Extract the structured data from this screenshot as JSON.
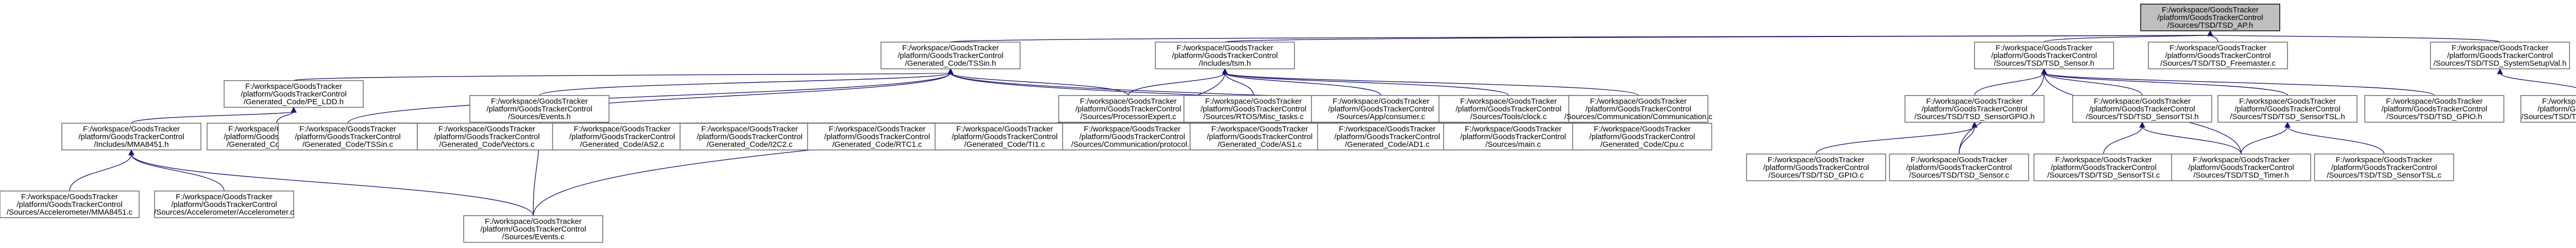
{
  "graph": {
    "type": "include-dependency-graph",
    "colors": {
      "edge": "#191970",
      "root_fill": "#bfbfbf",
      "node_border": "#666666",
      "node_fill": "#ffffff"
    },
    "nodes": [
      {
        "id": "n0",
        "lines": [
          "F:/workspace/GoodsTracker",
          "/platform/GoodsTrackerControl",
          "/Sources/TSD/TSD_AP.h"
        ],
        "root": true
      },
      {
        "id": "n1",
        "lines": [
          "F:/workspace/GoodsTracker",
          "/platform/GoodsTrackerControl",
          "/Generated_Code/TSSin.h"
        ]
      },
      {
        "id": "n2",
        "lines": [
          "F:/workspace/GoodsTracker",
          "/platform/GoodsTrackerControl",
          "/Includes/tsm.h"
        ]
      },
      {
        "id": "n3",
        "lines": [
          "F:/workspace/GoodsTracker",
          "/platform/GoodsTrackerControl",
          "/Sources/TSD/TSD_Sensor.h"
        ]
      },
      {
        "id": "n4",
        "lines": [
          "F:/workspace/GoodsTracker",
          "/platform/GoodsTrackerControl",
          "/Sources/TSD/TSD_Freemaster.c"
        ]
      },
      {
        "id": "n5",
        "lines": [
          "F:/workspace/GoodsTracker",
          "/platform/GoodsTrackerControl",
          "/Sources/TSD/TSD_SystemSetupVal.h"
        ]
      },
      {
        "id": "n6",
        "lines": [
          "F:/workspace/GoodsTracker",
          "/platform/GoodsTrackerControl",
          "/Generated_Code/PE_LDD.h"
        ]
      },
      {
        "id": "n7",
        "lines": [
          "F:/workspace/GoodsTracker",
          "/platform/GoodsTrackerControl",
          "/Sources/Events.h"
        ]
      },
      {
        "id": "n8",
        "lines": [
          "F:/workspace/GoodsTracker",
          "/platform/GoodsTrackerControl",
          "/Sources/ProcessorExpert.c"
        ]
      },
      {
        "id": "n9",
        "lines": [
          "F:/workspace/GoodsTracker",
          "/platform/GoodsTrackerControl",
          "/Sources/RTOS/Misc_tasks.c"
        ]
      },
      {
        "id": "n10",
        "lines": [
          "F:/workspace/GoodsTracker",
          "/platform/GoodsTrackerControl",
          "/Sources/App/consumer.c"
        ]
      },
      {
        "id": "n11",
        "lines": [
          "F:/workspace/GoodsTracker",
          "/platform/GoodsTrackerControl",
          "/Sources/Tools/clock.c"
        ]
      },
      {
        "id": "n12",
        "lines": [
          "F:/workspace/GoodsTracker",
          "/platform/GoodsTrackerControl",
          "/Sources/Communication/Communication.c"
        ]
      },
      {
        "id": "n13",
        "lines": [
          "F:/workspace/GoodsTracker",
          "/platform/GoodsTrackerControl",
          "/Sources/TSD/TSD_SensorGPIO.h"
        ]
      },
      {
        "id": "n14",
        "lines": [
          "F:/workspace/GoodsTracker",
          "/platform/GoodsTrackerControl",
          "/Sources/TSD/TSD_SensorTSI.h"
        ]
      },
      {
        "id": "n15",
        "lines": [
          "F:/workspace/GoodsTracker",
          "/platform/GoodsTrackerControl",
          "/Sources/TSD/TSD_SensorTSL.h"
        ]
      },
      {
        "id": "n16",
        "lines": [
          "F:/workspace/GoodsTracker",
          "/platform/GoodsTrackerControl",
          "/Sources/TSD/TSD_GPIO.h"
        ]
      },
      {
        "id": "n17",
        "lines": [
          "F:/workspace/GoodsTracker",
          "/platform/GoodsTrackerControl",
          "/Sources/TSD/TSD_SystemSetupData.c"
        ]
      },
      {
        "id": "n18",
        "lines": [
          "F:/workspace/GoodsTracker",
          "/platform/GoodsTrackerControl",
          "/Includes/MMA8451.h"
        ]
      },
      {
        "id": "n19",
        "lines": [
          "F:/workspace/GoodsTracker",
          "/platform/GoodsTrackerControl",
          "/Generated_Code/PE_LDD.c"
        ]
      },
      {
        "id": "n20",
        "lines": [
          "F:/workspace/GoodsTracker",
          "/platform/GoodsTrackerControl",
          "/Generated_Code/TSSin.c"
        ]
      },
      {
        "id": "n21",
        "lines": [
          "F:/workspace/GoodsTracker",
          "/platform/GoodsTrackerControl",
          "/Generated_Code/Vectors.c"
        ]
      },
      {
        "id": "n22",
        "lines": [
          "F:/workspace/GoodsTracker",
          "/platform/GoodsTrackerControl",
          "/Generated_Code/AS2.c"
        ]
      },
      {
        "id": "n23",
        "lines": [
          "F:/workspace/GoodsTracker",
          "/platform/GoodsTrackerControl",
          "/Generated_Code/I2C2.c"
        ]
      },
      {
        "id": "n24",
        "lines": [
          "F:/workspace/GoodsTracker",
          "/platform/GoodsTrackerControl",
          "/Generated_Code/RTC1.c"
        ]
      },
      {
        "id": "n25",
        "lines": [
          "F:/workspace/GoodsTracker",
          "/platform/GoodsTrackerControl",
          "/Generated_Code/TI1.c"
        ]
      },
      {
        "id": "n26",
        "lines": [
          "F:/workspace/GoodsTracker",
          "/platform/GoodsTrackerControl",
          "/Sources/Communication/protocol.c"
        ]
      },
      {
        "id": "n27",
        "lines": [
          "F:/workspace/GoodsTracker",
          "/platform/GoodsTrackerControl",
          "/Generated_Code/AS1.c"
        ]
      },
      {
        "id": "n28",
        "lines": [
          "F:/workspace/GoodsTracker",
          "/platform/GoodsTrackerControl",
          "/Generated_Code/AD1.c"
        ]
      },
      {
        "id": "n29",
        "lines": [
          "F:/workspace/GoodsTracker",
          "/platform/GoodsTrackerControl",
          "/Sources/main.c"
        ]
      },
      {
        "id": "n30",
        "lines": [
          "F:/workspace/GoodsTracker",
          "/platform/GoodsTrackerControl",
          "/Generated_Code/Cpu.c"
        ]
      },
      {
        "id": "n31",
        "lines": [
          "F:/workspace/GoodsTracker",
          "/platform/GoodsTrackerControl",
          "/Sources/TSD/TSD_GPIO.c"
        ]
      },
      {
        "id": "n32",
        "lines": [
          "F:/workspace/GoodsTracker",
          "/platform/GoodsTrackerControl",
          "/Sources/TSD/TSD_Sensor.c"
        ]
      },
      {
        "id": "n33",
        "lines": [
          "F:/workspace/GoodsTracker",
          "/platform/GoodsTrackerControl",
          "/Sources/TSD/TSD_SensorTSI.c"
        ]
      },
      {
        "id": "n34",
        "lines": [
          "F:/workspace/GoodsTracker",
          "/platform/GoodsTrackerControl",
          "/Sources/TSD/TSD_Timer.h"
        ]
      },
      {
        "id": "n35",
        "lines": [
          "F:/workspace/GoodsTracker",
          "/platform/GoodsTrackerControl",
          "/Sources/TSD/TSD_SensorTSL.c"
        ]
      },
      {
        "id": "n36",
        "lines": [
          "F:/workspace/GoodsTracker",
          "/platform/GoodsTrackerControl",
          "/Sources/Accelerometer/MMA8451.c"
        ]
      },
      {
        "id": "n37",
        "lines": [
          "F:/workspace/GoodsTracker",
          "/platform/GoodsTrackerControl",
          "/Sources/Accelerometer/Accelerometer.c"
        ]
      },
      {
        "id": "n38",
        "lines": [
          "F:/workspace/GoodsTracker",
          "/platform/GoodsTrackerControl",
          "/Sources/Events.c"
        ]
      }
    ],
    "edges": [
      [
        "n0",
        "n1"
      ],
      [
        "n0",
        "n2"
      ],
      [
        "n0",
        "n3"
      ],
      [
        "n0",
        "n4"
      ],
      [
        "n0",
        "n5"
      ],
      [
        "n1",
        "n6"
      ],
      [
        "n1",
        "n7"
      ],
      [
        "n1",
        "n8"
      ],
      [
        "n1",
        "n20"
      ],
      [
        "n1",
        "n21"
      ],
      [
        "n1",
        "n29"
      ],
      [
        "n1",
        "n30"
      ],
      [
        "n2",
        "n8"
      ],
      [
        "n2",
        "n9"
      ],
      [
        "n2",
        "n10"
      ],
      [
        "n2",
        "n11"
      ],
      [
        "n2",
        "n12"
      ],
      [
        "n2",
        "n38"
      ],
      [
        "n3",
        "n13"
      ],
      [
        "n3",
        "n14"
      ],
      [
        "n3",
        "n15"
      ],
      [
        "n3",
        "n16"
      ],
      [
        "n3",
        "n32"
      ],
      [
        "n3",
        "n34"
      ],
      [
        "n5",
        "n17"
      ],
      [
        "n6",
        "n18"
      ],
      [
        "n6",
        "n19"
      ],
      [
        "n7",
        "n20"
      ],
      [
        "n7",
        "n21"
      ],
      [
        "n7",
        "n22"
      ],
      [
        "n7",
        "n23"
      ],
      [
        "n7",
        "n24"
      ],
      [
        "n7",
        "n25"
      ],
      [
        "n7",
        "n26"
      ],
      [
        "n7",
        "n27"
      ],
      [
        "n7",
        "n28"
      ],
      [
        "n7",
        "n29"
      ],
      [
        "n7",
        "n30"
      ],
      [
        "n7",
        "n38"
      ],
      [
        "n13",
        "n31"
      ],
      [
        "n13",
        "n32"
      ],
      [
        "n14",
        "n33"
      ],
      [
        "n14",
        "n34"
      ],
      [
        "n15",
        "n35"
      ],
      [
        "n15",
        "n34"
      ],
      [
        "n18",
        "n36"
      ],
      [
        "n18",
        "n37"
      ],
      [
        "n18",
        "n38"
      ]
    ]
  }
}
